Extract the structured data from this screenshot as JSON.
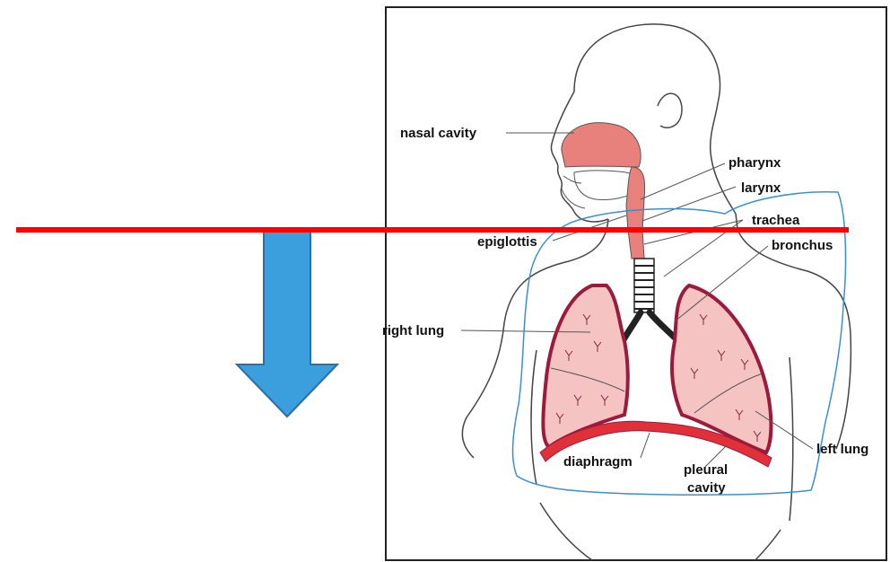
{
  "colors": {
    "red_line": "#ff0000",
    "arrow_fill": "#3a9fdc",
    "arrow_stroke": "#2b6ea8",
    "outline_blue": "#3b8fd1",
    "lung_fill": "#f6c3c3",
    "lung_edge": "#9b1b3b",
    "airway_fill": "#e8807c",
    "diaphragm_red": "#e0303a",
    "frame": "#222222",
    "body_line": "#444444"
  },
  "labels": {
    "nasal_cavity": "nasal cavity",
    "pharynx": "pharynx",
    "larynx": "larynx",
    "trachea": "trachea",
    "epiglottis": "epiglottis",
    "bronchus": "bronchus",
    "right_lung": "right lung",
    "diaphragm": "diaphragm",
    "pleural_cavity_1": "pleural",
    "pleural_cavity_2": "cavity",
    "left_lung": "left lung"
  }
}
